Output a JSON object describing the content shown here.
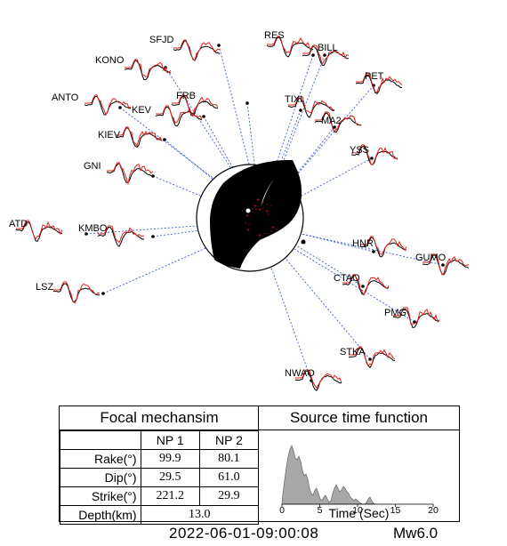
{
  "stations": [
    {
      "name": "SFJD"
    },
    {
      "name": "RES"
    },
    {
      "name": "BILL"
    },
    {
      "name": "KONO"
    },
    {
      "name": "PET"
    },
    {
      "name": "ANTO"
    },
    {
      "name": "FRB"
    },
    {
      "name": "TIXI"
    },
    {
      "name": "KEV"
    },
    {
      "name": "MA2"
    },
    {
      "name": "KIEV"
    },
    {
      "name": "YSS"
    },
    {
      "name": "GNI"
    },
    {
      "name": "ATD"
    },
    {
      "name": "KMBO"
    },
    {
      "name": "HNR"
    },
    {
      "name": "GUMO"
    },
    {
      "name": "CTAO"
    },
    {
      "name": "LSZ"
    },
    {
      "name": "PMG"
    },
    {
      "name": "STKA"
    },
    {
      "name": "NWAO"
    }
  ],
  "focal_mechanism": {
    "title": "Focal mechansim",
    "columns": [
      "NP 1",
      "NP 2"
    ],
    "rows": [
      {
        "label": "Rake(°)",
        "np1": "99.9",
        "np2": "80.1"
      },
      {
        "label": "Dip(°)",
        "np1": "29.5",
        "np2": "61.0"
      },
      {
        "label": "Strike(°)",
        "np1": "221.2",
        "np2": "29.9"
      }
    ],
    "depth_label": "Depth(km)",
    "depth_value": "13.0"
  },
  "source_time_function": {
    "title": "Source time function",
    "xlabel": "Time (Sec)",
    "ticks": [
      "0",
      "5",
      "10",
      "15",
      "20"
    ],
    "fill_color": "#a8a8a8"
  },
  "footer": {
    "datetime": "2022-06-01-09:00:08",
    "magnitude": "Mw6.0"
  },
  "colors": {
    "observed": "#000000",
    "synthetic": "#e0201a",
    "ray_lines": "#3b5bd9",
    "compression": "#000000"
  }
}
